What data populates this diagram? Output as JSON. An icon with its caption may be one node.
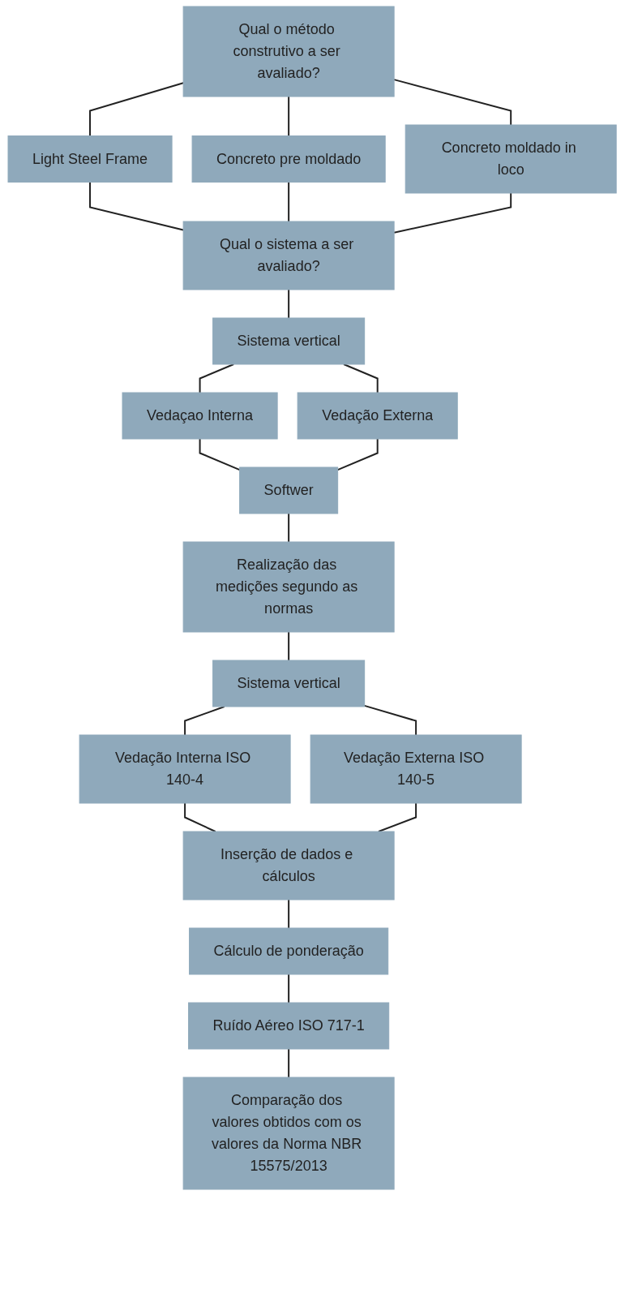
{
  "diagram": {
    "nodes": [
      {
        "text": [
          "Qual o método construtivo a ser avaliado?"
        ]
      },
      {
        "text": [
          "Light Steel Frame"
        ]
      },
      {
        "text": [
          "Concreto pre moldado"
        ]
      },
      {
        "text": [
          "Concreto moldado in loco"
        ]
      },
      {
        "text": [
          "Qual o sistema a ser avaliado?"
        ]
      },
      {
        "text": [
          "Sistema vertical"
        ]
      },
      {
        "text": [
          "Vedaçao Interna"
        ]
      },
      {
        "text": [
          "Vedação Externa"
        ]
      },
      {
        "text": [
          "Softwer"
        ]
      },
      {
        "text": [
          "Realização das medições segundo as normas"
        ]
      },
      {
        "text": [
          "Sistema vertical"
        ]
      },
      {
        "text": [
          "Vedação Interna ISO 140-4"
        ]
      },
      {
        "text": [
          "Vedação Externa ISO 140-5"
        ]
      },
      {
        "text": [
          "Inserção de dados e cálculos"
        ]
      },
      {
        "text": [
          "Cálculo de ponderação"
        ]
      },
      {
        "text": [
          "Ruído Aéreo ISO 717-1"
        ]
      },
      {
        "text": [
          "Comparação dos valores obtidos com os valores da Norma NBR 15575/2013"
        ]
      }
    ],
    "edges": [
      {
        "from": 0,
        "to": 1,
        "arrow": "none"
      },
      {
        "from": 0,
        "to": 2,
        "arrow": "none"
      },
      {
        "from": 0,
        "to": 3,
        "arrow": "none"
      },
      {
        "from": 1,
        "to": 4,
        "arrow": "none"
      },
      {
        "from": 2,
        "to": 4,
        "arrow": "none"
      },
      {
        "from": 3,
        "to": 4,
        "arrow": "none"
      },
      {
        "from": 4,
        "to": 5,
        "arrow": "none"
      },
      {
        "from": 5,
        "to": 6,
        "arrow": "none"
      },
      {
        "from": 5,
        "to": 7,
        "arrow": "none"
      },
      {
        "from": 6,
        "to": 8,
        "arrow": "none"
      },
      {
        "from": 7,
        "to": 8,
        "arrow": "none"
      },
      {
        "from": 8,
        "to": 9,
        "arrow": "none"
      },
      {
        "from": 9,
        "to": 10,
        "arrow": "none"
      },
      {
        "from": 10,
        "to": 11,
        "arrow": "none"
      },
      {
        "from": 10,
        "to": 12,
        "arrow": "none"
      },
      {
        "from": 11,
        "to": 13,
        "arrow": "none"
      },
      {
        "from": 12,
        "to": 13,
        "arrow": "none"
      },
      {
        "from": 13,
        "to": 14,
        "arrow": "none"
      },
      {
        "from": 14,
        "to": 15,
        "arrow": "none"
      },
      {
        "from": 15,
        "to": 16,
        "arrow": "none"
      }
    ]
  }
}
